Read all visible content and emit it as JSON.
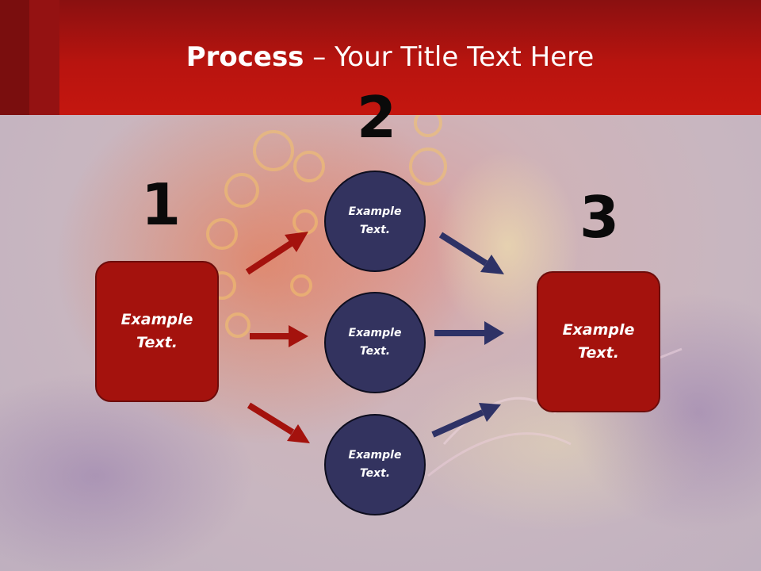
{
  "slide": {
    "title_bold": "Process",
    "title_rest": " – Your Title Text Here"
  },
  "steps": {
    "one": "1",
    "two": "2",
    "three": "3"
  },
  "left_box": {
    "text": "Example Text."
  },
  "right_box": {
    "text": "Example Text."
  },
  "circles": [
    {
      "text": "Example Text."
    },
    {
      "text": "Example Text."
    },
    {
      "text": "Example Text."
    }
  ],
  "colors": {
    "header": "#c4160f",
    "box_fill": "#a4120d",
    "circle_fill": "#33335f",
    "arrow_red": "#a4120d",
    "arrow_blue": "#2e3266"
  }
}
